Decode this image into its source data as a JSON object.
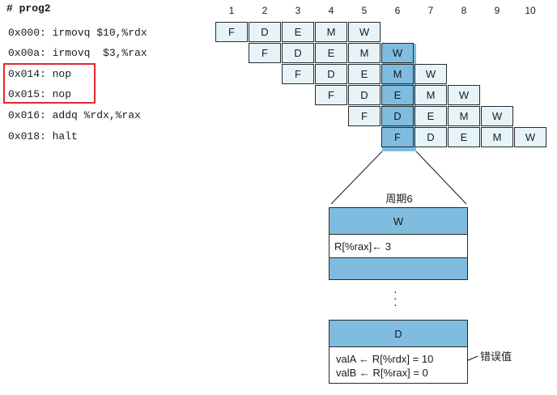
{
  "program": {
    "title": "# prog2",
    "instructions": [
      "0x000: irmovq $10,%rdx",
      "0x00a: irmovq  $3,%rax",
      "0x014: nop",
      "0x015: nop",
      "0x016: addq %rdx,%rax",
      "0x018: halt"
    ]
  },
  "pipeline": {
    "cycles": [
      "1",
      "2",
      "3",
      "4",
      "5",
      "6",
      "7",
      "8",
      "9",
      "10"
    ],
    "stage_labels": [
      "F",
      "D",
      "E",
      "M",
      "W"
    ],
    "highlight_cycle": "6"
  },
  "detail": {
    "title": "周期6",
    "write_stage": {
      "label": "W",
      "line": "R[%rax]← 3"
    },
    "dots": ":",
    "decode_stage": {
      "label": "D",
      "line_a": "valA ← R[%rdx] = 10",
      "line_b": "valB ← R[%rax] = 0"
    },
    "error_label": "错误值"
  },
  "colors": {
    "stage_fill": "#e6f4fa",
    "highlight_fill": "#7fbcdf",
    "box_outline": "#e0282c"
  }
}
